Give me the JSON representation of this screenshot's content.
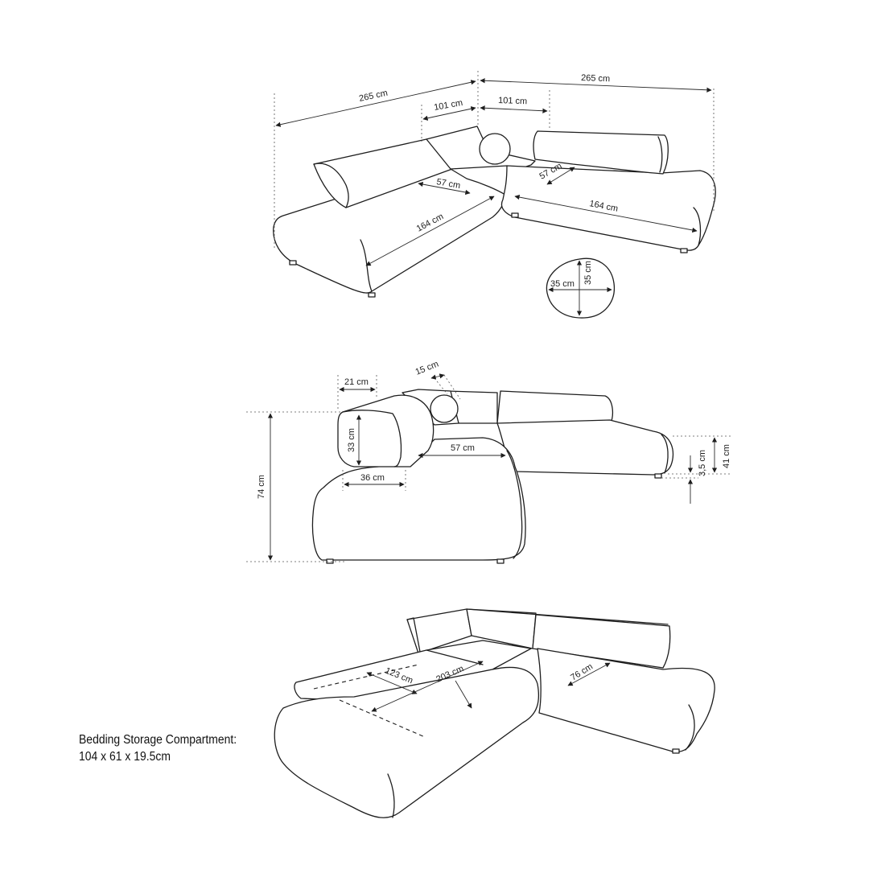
{
  "views": {
    "top": {
      "width_left": "265 cm",
      "width_right": "265 cm",
      "back_left": "101 cm",
      "back_right": "101 cm",
      "depth_left": "57 cm",
      "depth_right": "57 cm",
      "seat_left": "164 cm",
      "seat_right": "164 cm",
      "cushion_w": "35 cm",
      "cushion_h": "35 cm"
    },
    "side": {
      "height_total": "74 cm",
      "back_top": "21 cm",
      "cushion_thickness": "15 cm",
      "back_height": "33 cm",
      "back_base": "36 cm",
      "seat_depth": "57 cm",
      "leg": "3,5 cm",
      "seat_height": "41 cm"
    },
    "bed": {
      "length": "203 cm",
      "width": "123 cm",
      "chaise_depth": "76 cm"
    }
  },
  "storage_note": {
    "title": "Bedding Storage Compartment:",
    "dimensions": "104 x 61 x 19.5cm"
  }
}
